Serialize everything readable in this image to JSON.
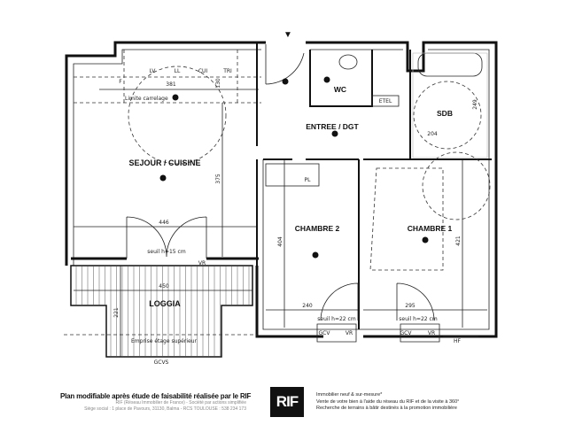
{
  "plan": {
    "entry_marker": "▼",
    "rooms": {
      "sejour": "SEJOUR / CUISINE",
      "loggia": "LOGGIA",
      "entree": "ENTREE / DGT",
      "wc": "WC",
      "sdb": "SDB",
      "chambre1": "CHAMBRE 1",
      "chambre2": "CHAMBRE 2"
    },
    "dimensions": {
      "kitchen_width": "381",
      "kitchen_depth": "130",
      "sejour_depth": "375",
      "sejour_width": "446",
      "loggia_width": "450",
      "loggia_depth": "221",
      "sdb_depth": "249",
      "sdb_width": "204",
      "ch2_depth": "404",
      "ch2_width": "240",
      "ch1_depth": "421",
      "ch1_width": "295"
    },
    "annotations": {
      "limite_carrelage": "Limite carrelage",
      "seuil_sejour": "seuil h=15 cm",
      "seuil_ch2": "seuil h=22 cm",
      "seuil_ch1": "seuil h=22 cm",
      "emprise": "Emprise étage supérieur",
      "gcvs": "GCVS",
      "vr_sejour": "VR",
      "gcv_ch2": "GCV",
      "vr_ch2": "VR",
      "gcv_ch1": "GCV",
      "vr_ch1": "VR",
      "hf": "HF",
      "etel": "ETEL",
      "pl": "PL",
      "f": "F",
      "lv": "LV",
      "ll": "LL",
      "cui": "CUI",
      "tri": "TRI"
    }
  },
  "footer": {
    "title": "Plan modifiable après étude de faisabilité réalisée par le RIF",
    "line2": "RIF (Réseau Immobilier de France) - Société par actions simplifiée",
    "line3": "Siège social : 1 place de Pavours, 31130, Balma - RCS TOULOUSE : 538 234 173",
    "logo": "RIF",
    "right1": "Immobilier neuf & sur-mesure*",
    "right2": "Vente de votre bien à l'aide du réseau du RIF et de la visite à 360°",
    "right3": "Recherche de terrains à bâtir destinés à la promotion immobilière"
  }
}
